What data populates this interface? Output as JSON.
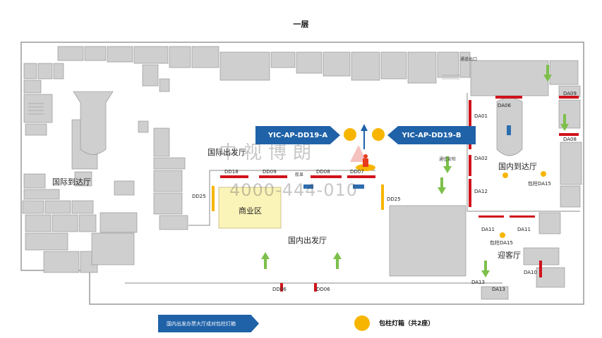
{
  "title": "一层",
  "zones": {
    "intl_departure": "国际出发厅",
    "intl_arrival": "国际到达厅",
    "domestic_departure": "国内出发厅",
    "domestic_arrival": "国内到达厅",
    "commercial": "商业区",
    "welcome_hall": "迎客厅"
  },
  "codes": {
    "dd18": "DD18",
    "dd09": "DD09",
    "dd08": "DD08",
    "dd07": "DD07",
    "dd25_left": "DD25",
    "dd25_right": "DD25",
    "dd06_a": "DD06",
    "dd06_b": "DD06",
    "da01": "DA01",
    "da02": "DA02",
    "da12": "DA12",
    "da06": "DA06",
    "da09": "DA09",
    "da08": "DA08",
    "da10": "DA10",
    "da11_a": "DA11",
    "da11_b": "DA11",
    "da13_a": "DA13",
    "da13_b": "DA13",
    "pillar_a": "包柱DA15",
    "pillar_b": "包柱DA15"
  },
  "small_labels": {
    "exit": "通道出口",
    "checkin": "航显",
    "security": "通往安检"
  },
  "callouts": {
    "a": "YIC-AP-DD19-A",
    "b": "YIC-AP-DD19-B"
  },
  "watermark": {
    "name": "中视博朗",
    "phone": "4000-444-010"
  },
  "legend": {
    "arrow_label": "国内出发办票大厅成对包柱灯箱",
    "dot_label": "包柱灯箱（共2座）"
  },
  "colors": {
    "highlight": "#f7b500",
    "callout": "#1f62a8",
    "ad_bar": "#d0121b",
    "flow_arrow": "#7cc04a",
    "commercial_fill": "#fbf4b9"
  }
}
